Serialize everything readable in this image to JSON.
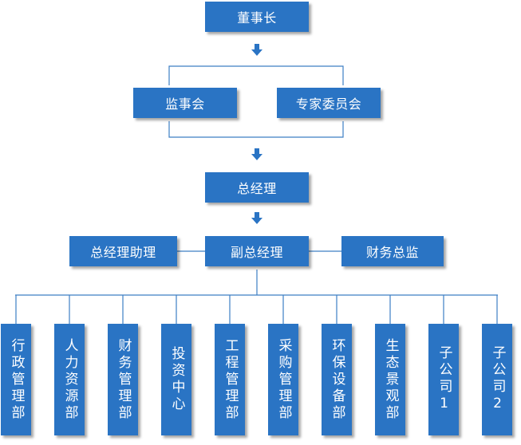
{
  "colors": {
    "box_fill": "#2a74c4",
    "line": "#3d7fc4",
    "arrow": "#2a74c4"
  },
  "nodes": {
    "chairman": "董事长",
    "supervisory_board": "监事会",
    "expert_committee": "专家委员会",
    "general_manager": "总经理",
    "assistant_gm": "总经理助理",
    "deputy_gm": "副总经理",
    "finance_director": "财务总监"
  },
  "departments": [
    "行政管理部",
    "人力资源部",
    "财务管理部",
    "投资中心",
    "工程管理部",
    "采购管理部",
    "环保设备部",
    "生态景观部",
    "子公司1",
    "子公司2"
  ]
}
